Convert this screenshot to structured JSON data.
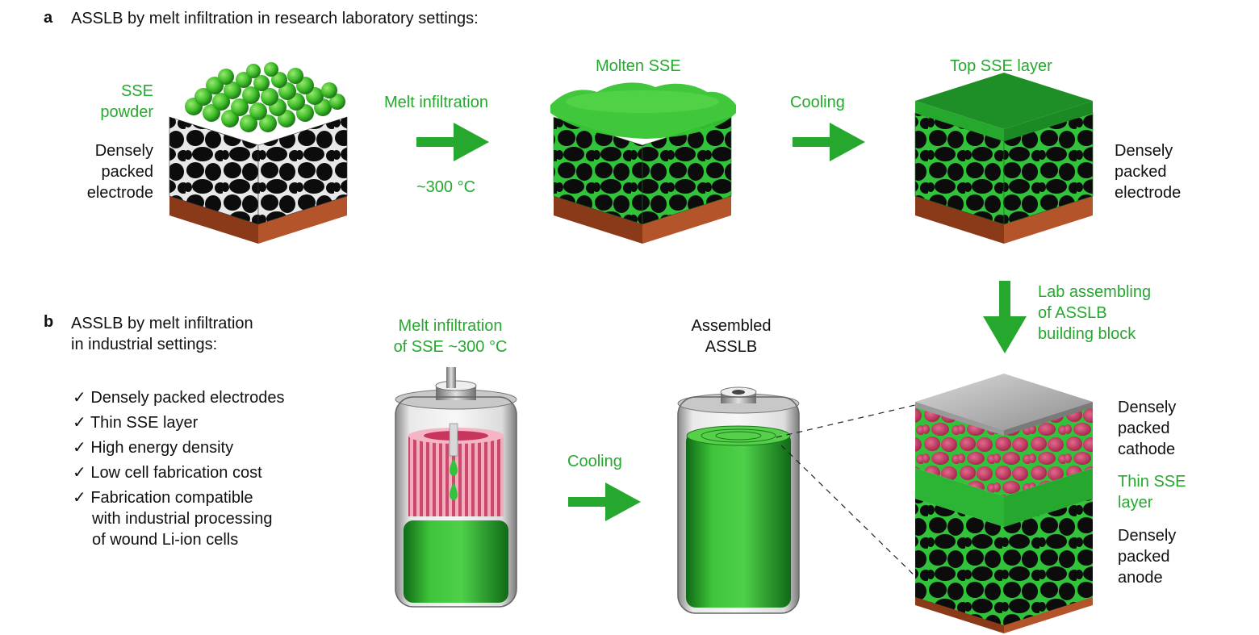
{
  "panel_a": {
    "letter": "a",
    "title": "ASSLB by melt infiltration in research laboratory settings:",
    "sse_powder": [
      "SSE",
      "powder"
    ],
    "electrode_left": [
      "Densely",
      "packed",
      "electrode"
    ],
    "step1_label": "Melt infiltration",
    "step1_temp": "~300 °C",
    "molten_label": "Molten SSE",
    "step2_label": "Cooling",
    "top_layer_label": "Top SSE layer",
    "electrode_right": [
      "Densely",
      "packed",
      "electrode"
    ],
    "lab_assembling": [
      "Lab assembling",
      "of ASSLB",
      "building block"
    ]
  },
  "panel_b": {
    "letter": "b",
    "title": [
      "ASSLB by melt infiltration",
      "in industrial settings:"
    ],
    "checklist": [
      [
        "✓ Densely packed electrodes"
      ],
      [
        "✓ Thin SSE layer"
      ],
      [
        "✓ High energy density"
      ],
      [
        "✓ Low cell fabrication cost"
      ],
      [
        "✓ Fabrication compatible",
        "with industrial processing",
        "of wound Li-ion cells"
      ]
    ],
    "melt_label": [
      "Melt infiltration",
      "of SSE  ~300 °C"
    ],
    "cooling_label": "Cooling",
    "assembled_label": [
      "Assembled",
      "ASSLB"
    ],
    "cathode_label": [
      "Densely",
      "packed",
      "cathode"
    ],
    "sse_layer_label": [
      "Thin SSE",
      "layer"
    ],
    "anode_label": [
      "Densely",
      "packed",
      "anode"
    ]
  },
  "colors": {
    "accent_green": "#26a82f",
    "sse_green": "#2db83a",
    "particle_black": "#0c0c0c",
    "cathode_red": "#c8365e",
    "copper": "#b4542a"
  }
}
